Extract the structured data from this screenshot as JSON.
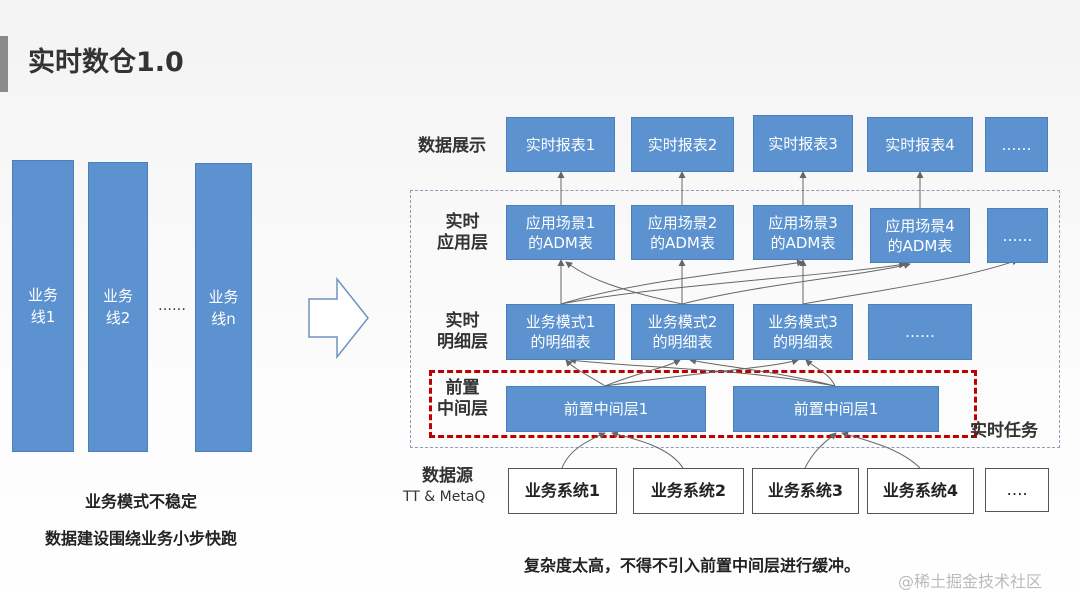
{
  "title": "实时数仓1.0",
  "left": {
    "lines": [
      "业务线1",
      "业务线2",
      "业务线n"
    ],
    "ellipsis": "……",
    "caption1": "业务模式不稳定",
    "caption2": "数据建设围绕业务小步快跑"
  },
  "labels": {
    "display": "数据展示",
    "app": [
      "实时",
      "应用层"
    ],
    "detail": [
      "实时",
      "明细层"
    ],
    "mid": [
      "前置",
      "中间层"
    ],
    "source": "数据源",
    "source_sub": "TT & MetaQ"
  },
  "reports": [
    "实时报表1",
    "实时报表2",
    "实时报表3",
    "实时报表4",
    "……"
  ],
  "app_layer": [
    [
      "应用场景1",
      "的ADM表"
    ],
    [
      "应用场景2",
      "的ADM表"
    ],
    [
      "应用场景3",
      "的ADM表"
    ],
    [
      "应用场景4",
      "的ADM表"
    ],
    [
      "……",
      ""
    ]
  ],
  "detail_layer": [
    [
      "业务模式1",
      "的明细表"
    ],
    [
      "业务模式2",
      "的明细表"
    ],
    [
      "业务模式3",
      "的明细表"
    ],
    [
      "……",
      ""
    ]
  ],
  "mid_layer": [
    "前置中间层1",
    "前置中间层1"
  ],
  "sources": [
    "业务系统1",
    "业务系统2",
    "业务系统3",
    "业务系统4",
    "…."
  ],
  "task_label": "实时任务",
  "bottom_caption": "复杂度太高，不得不引入前置中间层进行缓冲。",
  "watermark": "@稀土掘金技术社区",
  "colors": {
    "box_fill": "#5b92cf",
    "red_frame": "#c00000",
    "arrow": "#666666"
  }
}
